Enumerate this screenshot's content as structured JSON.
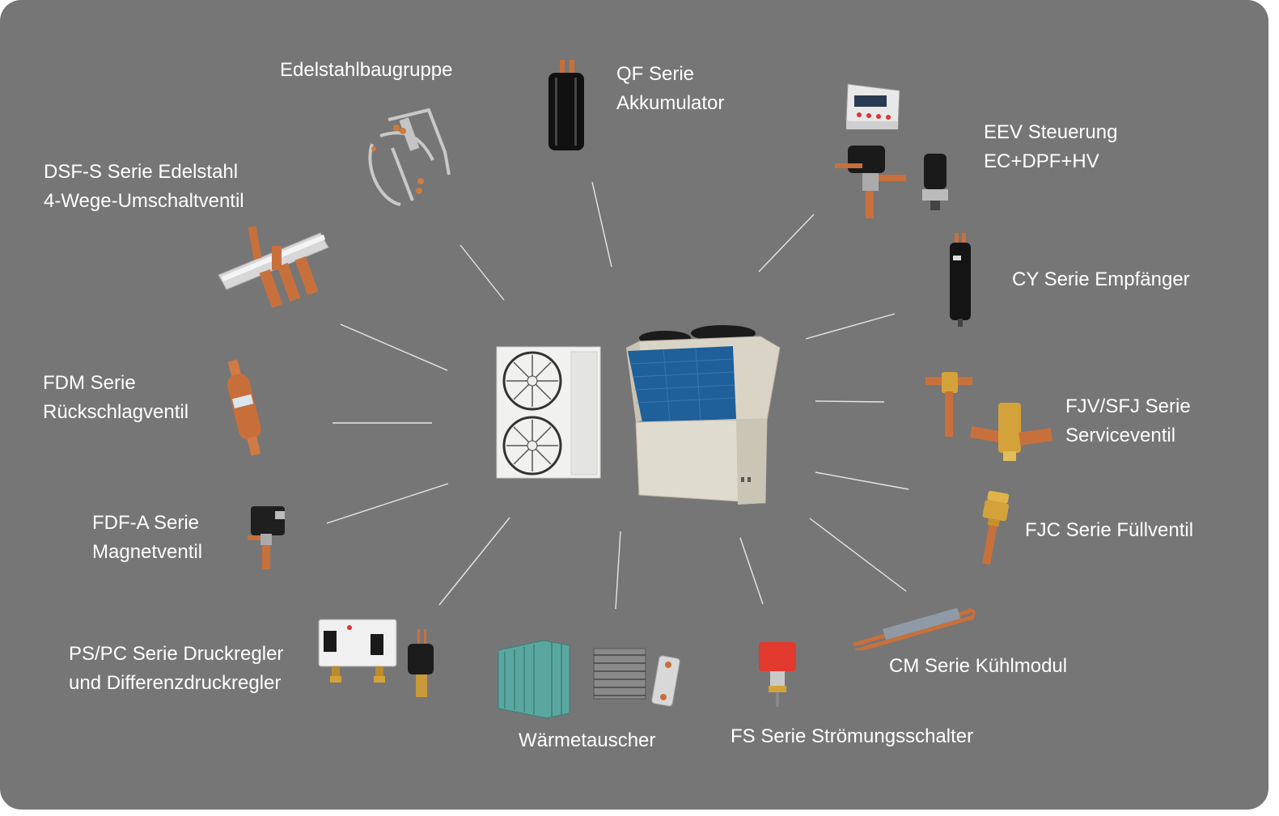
{
  "colors": {
    "background": "#767676",
    "text": "#ffffff",
    "connector": "#e6e6e6",
    "copper": "#c8703c",
    "brass": "#d4a23a",
    "red": "#e23a2e"
  },
  "center": {
    "items": [
      {
        "name": "split outdoor unit",
        "icon": "outdoor-unit-icon"
      },
      {
        "name": "modular heat pump unit",
        "icon": "heat-pump-unit-icon"
      }
    ]
  },
  "labels": {
    "edelstahl": {
      "lines": [
        "Edelstahlbaugruppe"
      ],
      "icon": "stainless-assembly-icon"
    },
    "qf": {
      "lines": [
        "QF Serie",
        "Akkumulator"
      ],
      "icon": "accumulator-icon"
    },
    "eev": {
      "lines": [
        "EEV Steuerung",
        "EC+DPF+HV"
      ],
      "icon": "eev-controller-icon"
    },
    "dsf": {
      "lines": [
        "DSF-S Serie Edelstahl",
        "4-Wege-Umschaltventil"
      ],
      "icon": "four-way-valve-icon"
    },
    "cy": {
      "lines": [
        "CY Serie Empfänger"
      ],
      "icon": "receiver-icon"
    },
    "fdm": {
      "lines": [
        "FDM Serie",
        "Rückschlagventil"
      ],
      "icon": "check-valve-icon"
    },
    "fjv": {
      "lines": [
        "FJV/SFJ Serie",
        "Serviceventil"
      ],
      "icon": "service-valve-icon"
    },
    "fdf": {
      "lines": [
        "FDF-A Serie",
        "Magnetventil"
      ],
      "icon": "solenoid-valve-icon"
    },
    "fjc": {
      "lines": [
        "FJC Serie Füllventil"
      ],
      "icon": "charging-valve-icon"
    },
    "ps": {
      "lines": [
        "PS/PC Serie Druckregler",
        "und Differenzdruckregler"
      ],
      "icon": "pressure-controller-icon"
    },
    "cm": {
      "lines": [
        "CM Serie Kühlmodul"
      ],
      "icon": "cooling-module-icon"
    },
    "wt": {
      "lines": [
        "Wärmetauscher"
      ],
      "icon": "heat-exchanger-icon"
    },
    "fs": {
      "lines": [
        "FS Serie Strömungsschalter"
      ],
      "icon": "flow-switch-icon"
    }
  }
}
